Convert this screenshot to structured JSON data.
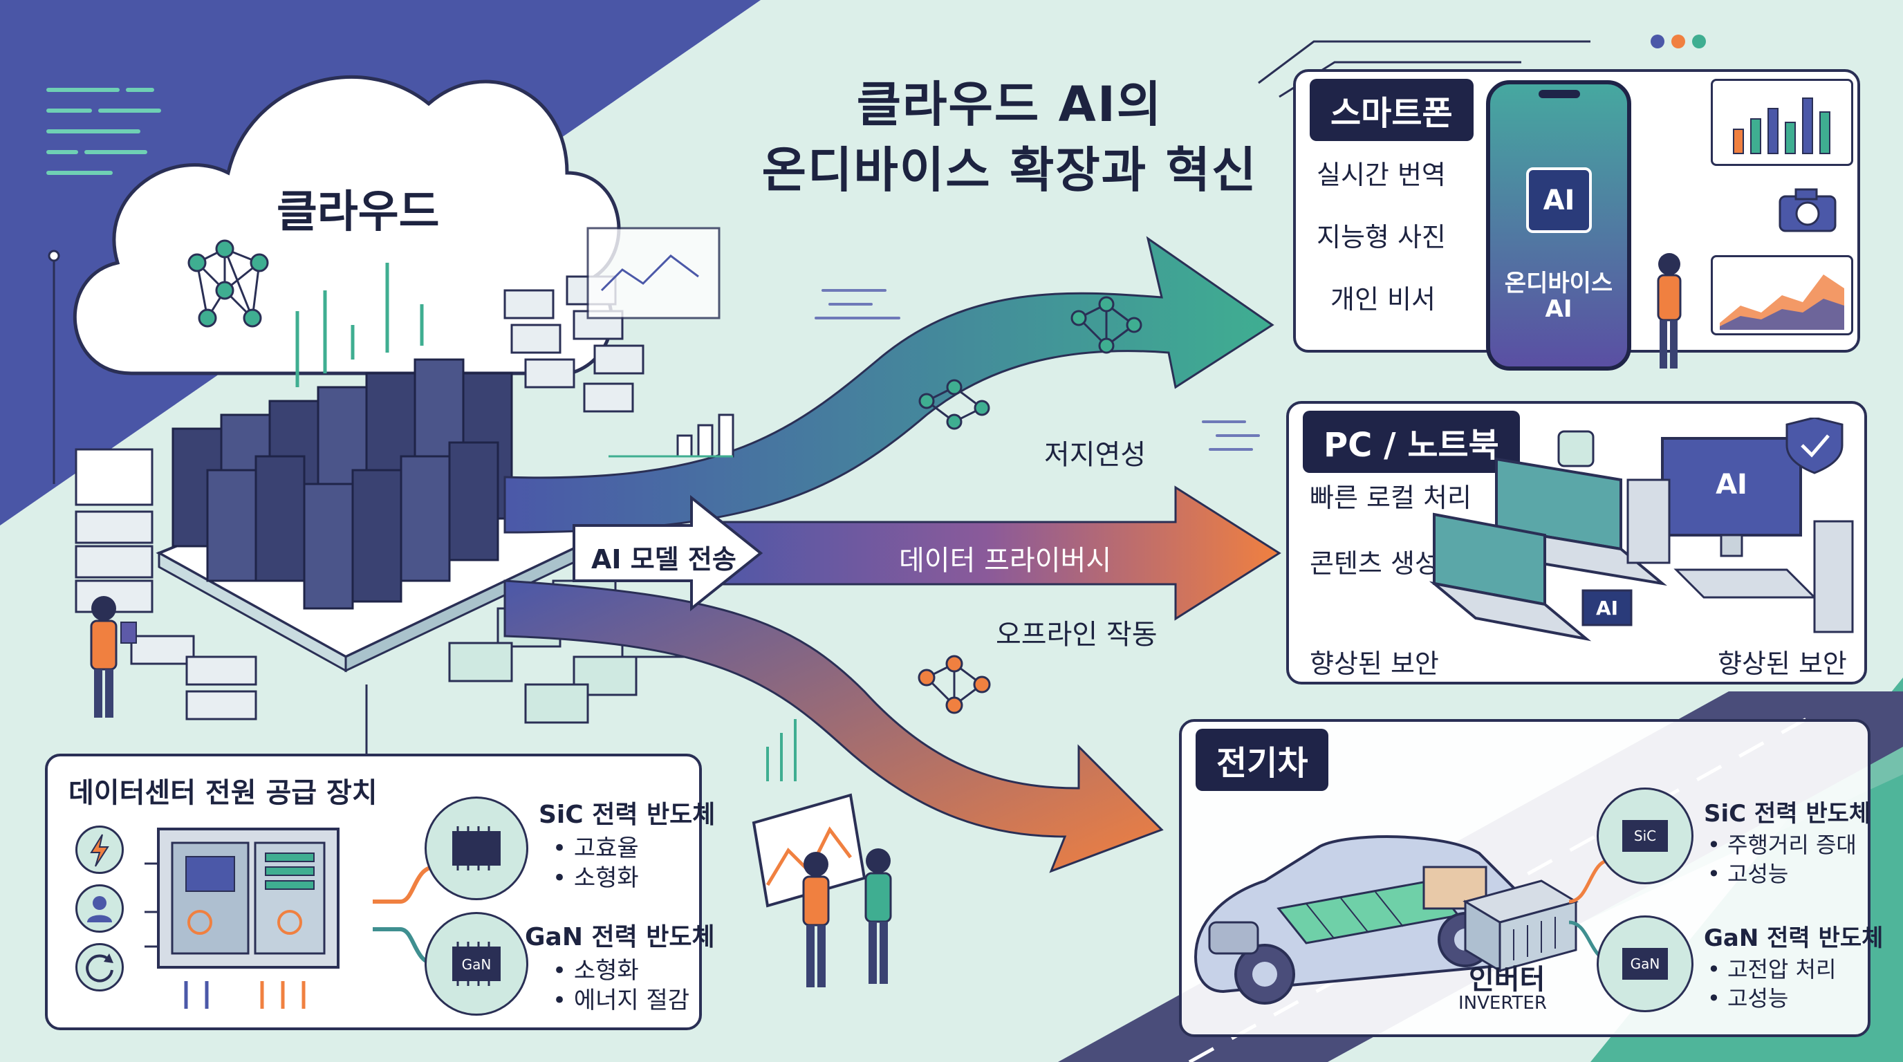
{
  "title": {
    "line1": "클라우드 AI의",
    "line2": "온디바이스 확장과 혁신"
  },
  "cloud": {
    "label": "클라우드"
  },
  "flow": {
    "transfer": "AI 모델 전송",
    "low_latency": "저지연성",
    "privacy": "데이터 프라이버시",
    "offline": "오프라인 작동"
  },
  "smartphone": {
    "tag": "스마트폰",
    "features": [
      "실시간 번역",
      "지능형 사진",
      "개인 비서"
    ],
    "chip_label": "AI",
    "device_label_line1": "온디바이스",
    "device_label_line2": "AI"
  },
  "pc": {
    "tag": "PC / 노트북",
    "features": [
      "빠른 로컬 처리",
      "콘텐츠 생성",
      "향상된 보안"
    ],
    "security_right": "향상된 보안",
    "chip_label": "AI",
    "monitor_label": "AI"
  },
  "datacenter_power": {
    "title": "데이터센터 전원 공급 장치",
    "sic": {
      "title": "SiC 전력 반도체",
      "bullets": [
        "고효율",
        "소형화"
      ]
    },
    "gan": {
      "title": "GaN 전력 반도체",
      "bullets": [
        "소형화",
        "에너지 절감"
      ],
      "chip_label": "GaN"
    }
  },
  "ev": {
    "tag": "전기차",
    "inverter": "인버터",
    "inverter_en": "INVERTER",
    "sic": {
      "title": "SiC 전력 반도체",
      "bullets": [
        "주행거리 증대",
        "고성능"
      ],
      "chip_label": "SiC"
    },
    "gan": {
      "title": "GaN 전력 반도체",
      "bullets": [
        "고전압 처리",
        "고성능"
      ],
      "chip_label": "GaN"
    }
  },
  "colors": {
    "navy": "#1f2448",
    "teal": "#3fae91",
    "purple": "#5d5aa8",
    "orange": "#f08040",
    "mint_bg": "#dcefe9",
    "indigo_bg": "#4a56a6"
  }
}
